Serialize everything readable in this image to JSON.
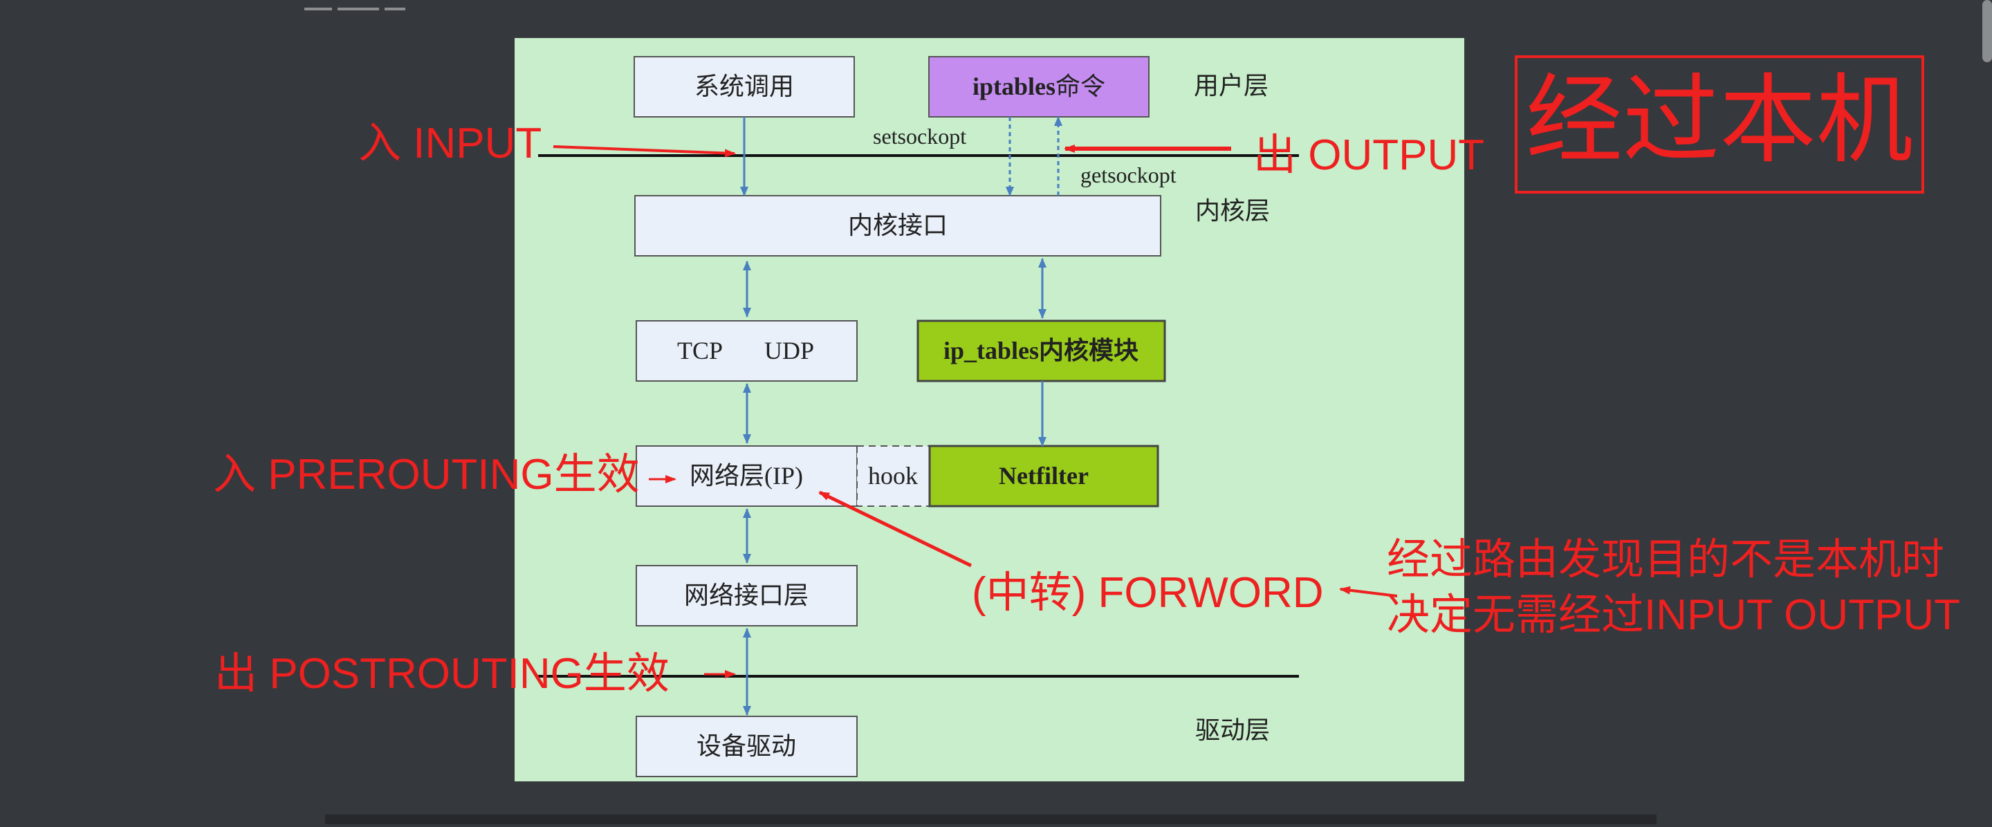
{
  "diagram": {
    "boxes": {
      "syscall": "系统调用",
      "iptables_cmd_bold": "iptables",
      "iptables_cmd_rest": "命令",
      "kernel_interface": "内核接口",
      "tcp": "TCP",
      "udp": "UDP",
      "ip_tables_bold": "ip_tables",
      "ip_tables_rest": "内核模块",
      "network_layer": "网络层(IP)",
      "hook": "hook",
      "netfilter": "Netfilter",
      "netif_layer": "网络接口层",
      "device_driver": "设备驱动"
    },
    "layers": {
      "user": "用户层",
      "kernel": "内核层",
      "driver": "驱动层"
    },
    "labels": {
      "setsockopt": "setsockopt",
      "getsockopt": "getsockopt"
    },
    "colors": {
      "panel_bg": "#c8eecb",
      "box_fill": "#eaf0fa",
      "purple": "#c58cf0",
      "green": "#9acd1a",
      "arrow": "#4a7fc0",
      "annotation_red": "#ee2020"
    }
  },
  "annotations": {
    "input": "入 INPUT",
    "output": "出 OUTPUT",
    "prerouting": "入 PREROUTING生效",
    "forward": "(中转) FORWORD",
    "forward_note_line1": "经过路由发现目的不是本机时",
    "forward_note_line2": "决定无需经过INPUT OUTPUT",
    "postrouting": "出 POSTROUTING生效",
    "title_box": "经过本机"
  }
}
